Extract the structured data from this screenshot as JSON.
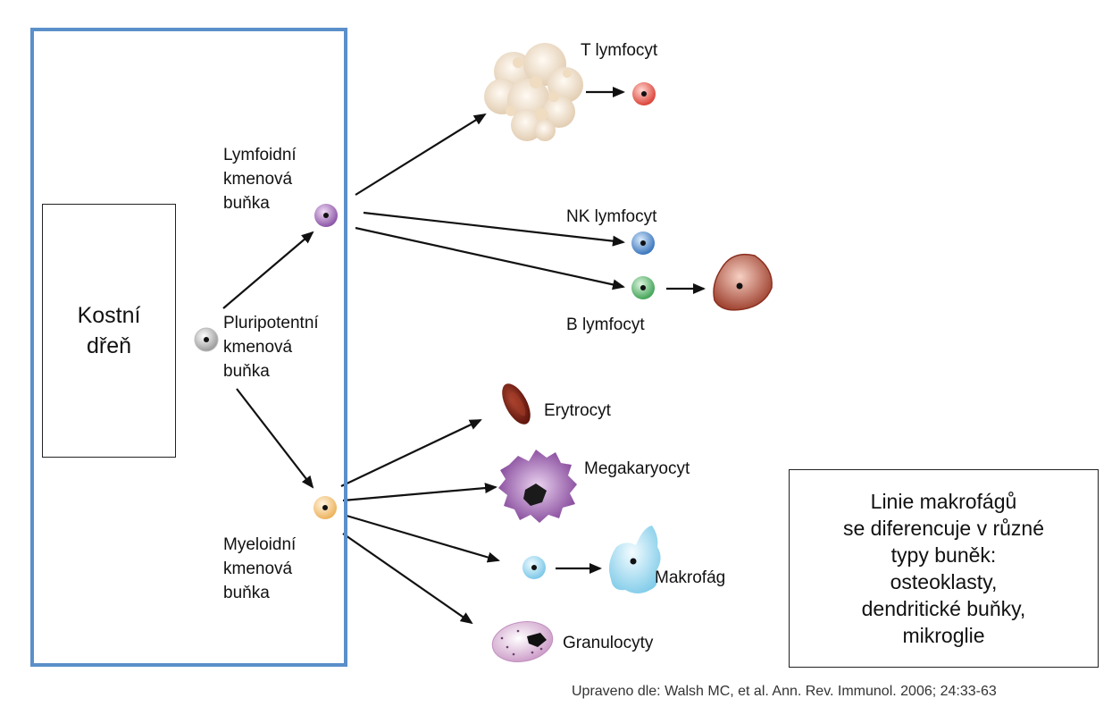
{
  "marrow": {
    "label": "Kostní\ndřeň"
  },
  "cells": {
    "pluripotent": "Pluripotentní\nkmenová\nbuňka",
    "lymphoid": "Lymfoidní\nkmenová\nbuňka",
    "myeloid": "Myeloidní\nkmenová\nbuňka",
    "t_lymphocyte": "T lymfocyt",
    "nk_lymphocyte": "NK lymfocyt",
    "b_lymphocyte": "B lymfocyt",
    "erythrocyte": "Erytrocyt",
    "megakaryocyte": "Megakaryocyt",
    "macrophage": "Makrofág",
    "granulocytes": "Granulocyty"
  },
  "info_box": {
    "text": "Linie makrofágů\nse diferencuje v různé\ntypy buněk:\nosteoklasty,\ndendritické buňky,\nmikroglie"
  },
  "citation": "Upraveno dle: Walsh MC, et al. Ann. Rev. Immunol. 2006; 24:33-63",
  "colors": {
    "marrow_border": "#5b8fc9",
    "lymphoid_cell": "#9b6bb3",
    "t_cell": "#e35a50",
    "nk_cell": "#4a86c8",
    "b_cell": "#5cb86a",
    "myeloid_cell": "#f0c070",
    "plasma_cell": "#a14a38",
    "erythrocyte": "#7a2418",
    "megakaryocyte": "#8b4aa0",
    "macrophage": "#9fd6ee",
    "granulocyte": "#e8cfe6",
    "thymus": "#f3e4cf"
  }
}
